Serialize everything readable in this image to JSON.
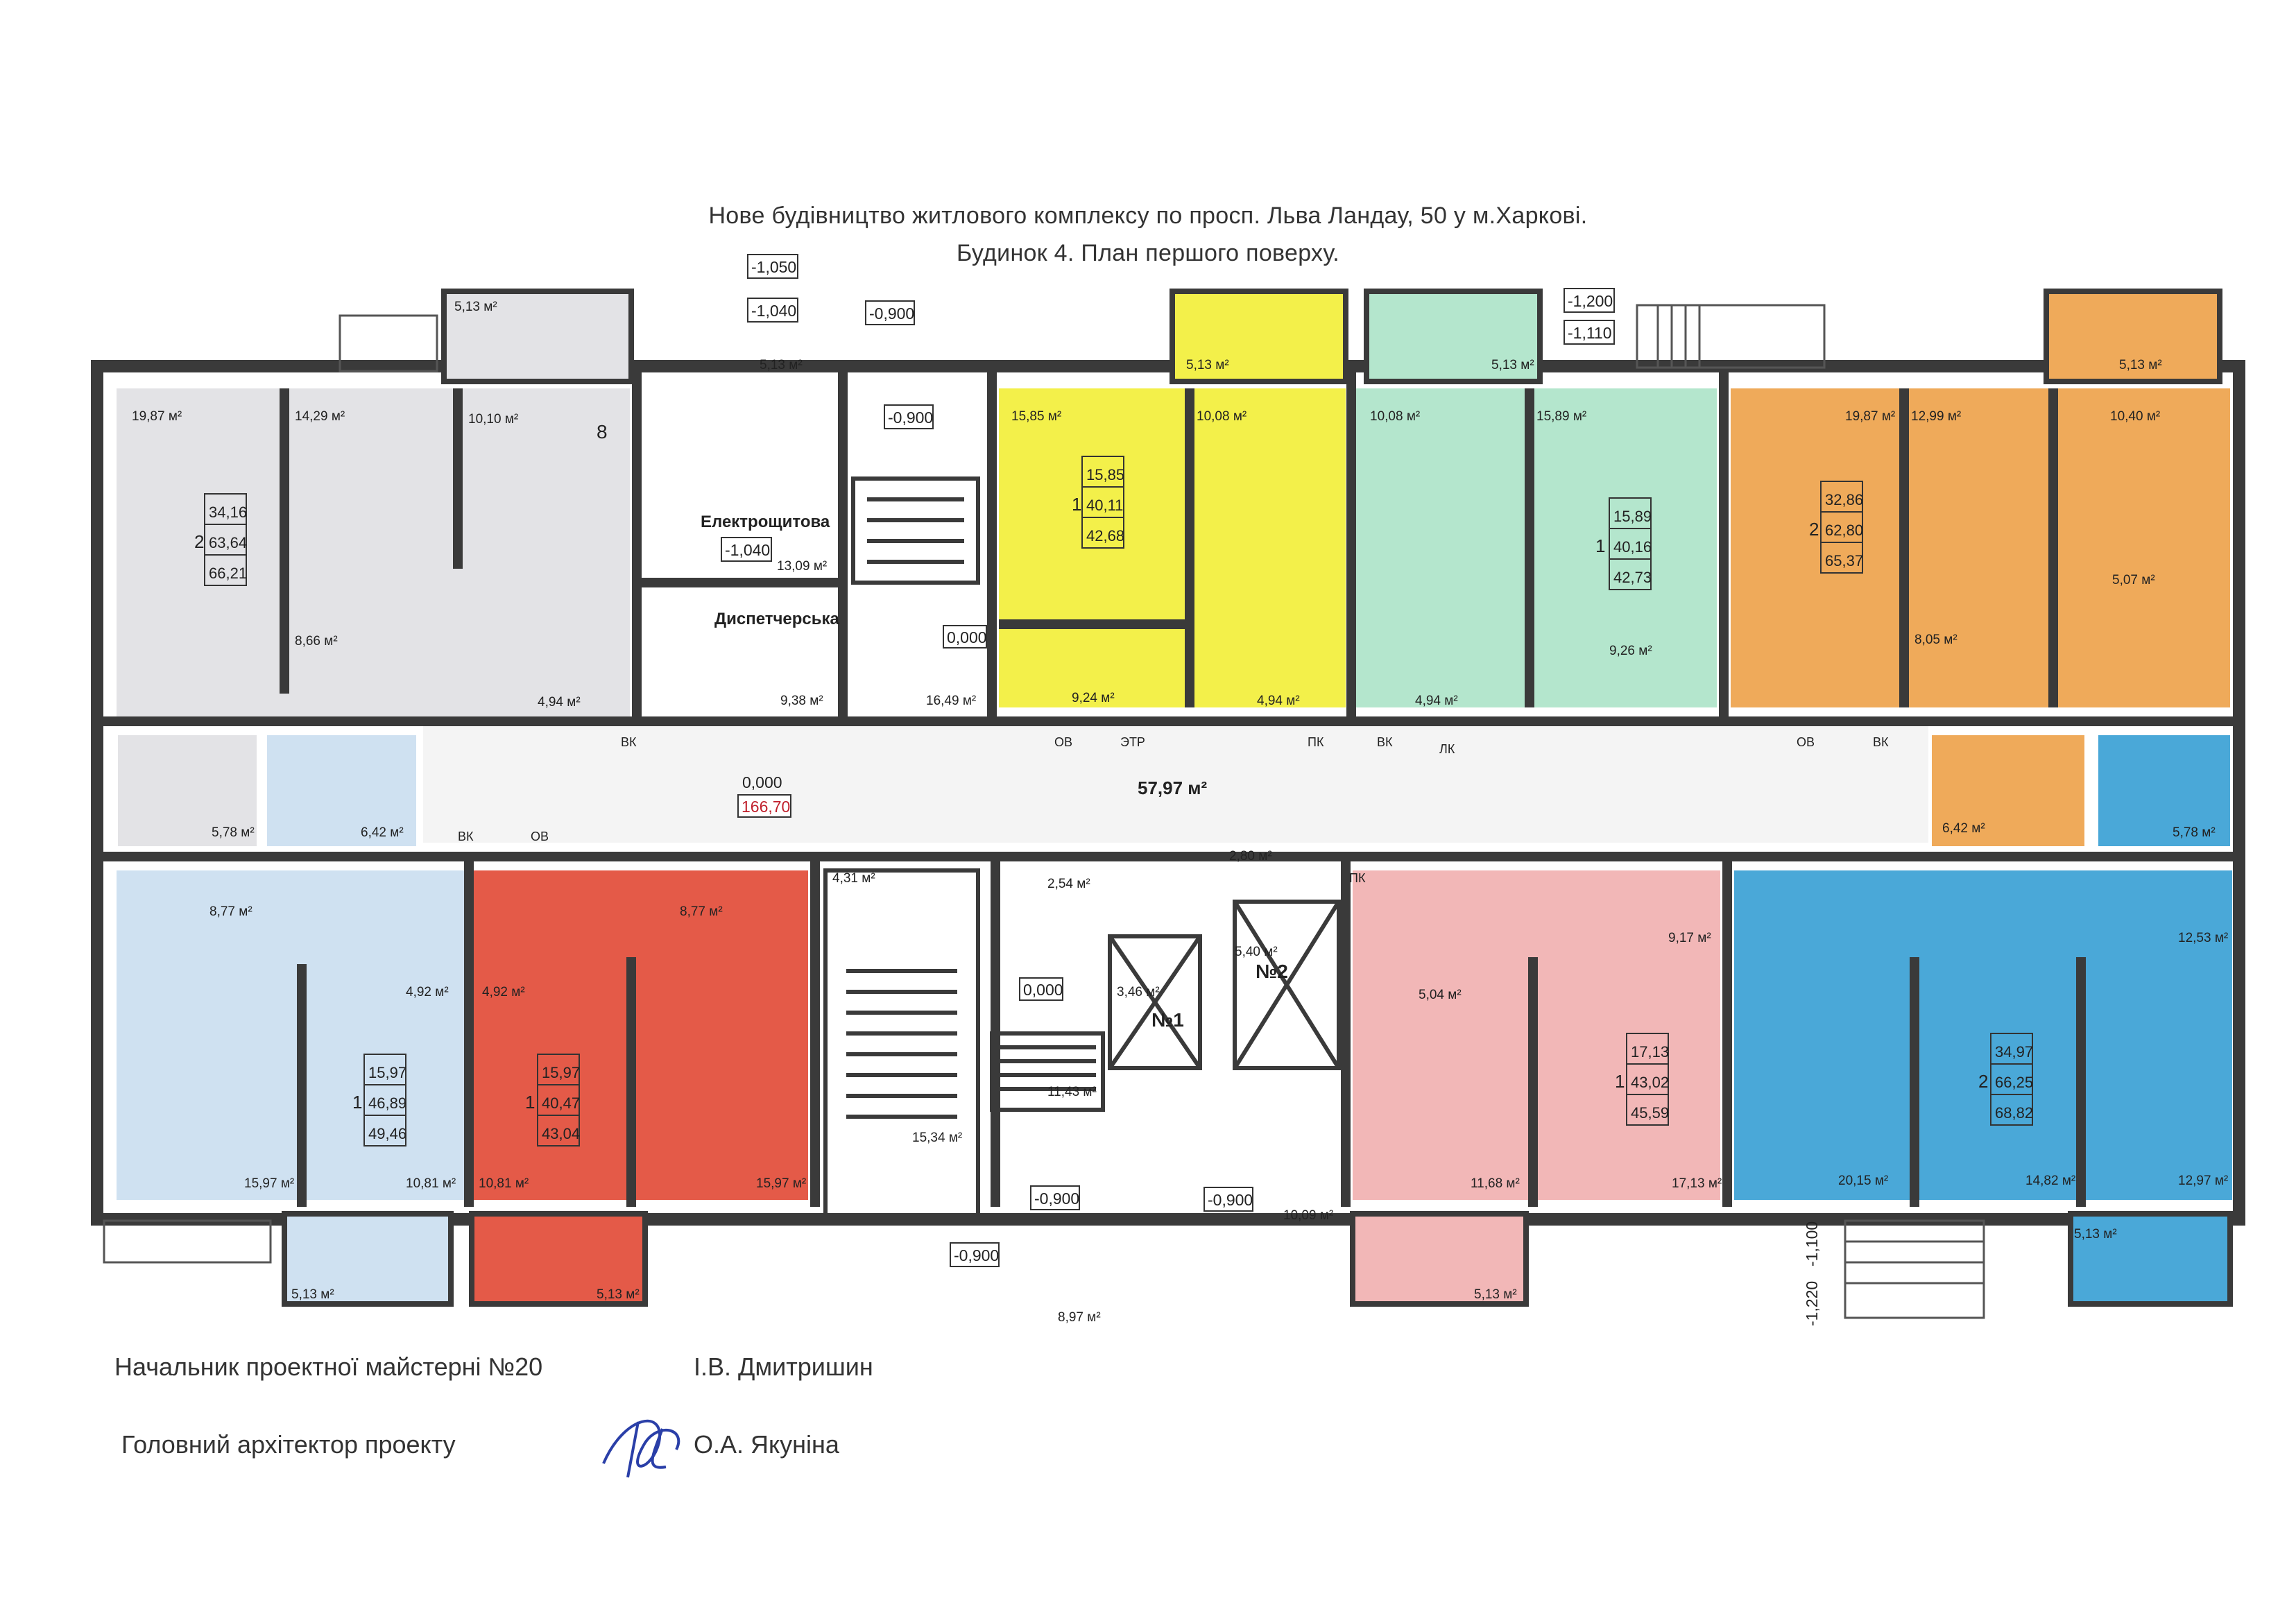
{
  "title": {
    "line1": "Нове будівництво житлового комплексу по просп. Льва Ландау, 50 у м.Харкові.",
    "line2": "Будинок 4.  План першого  поверху."
  },
  "colors": {
    "grey": "#e3e3e6",
    "yellow": "#f3f04a",
    "mint": "#b4e6cd",
    "orange": "#efaa5a",
    "lightblue": "#cfe1f1",
    "red": "#e45a48",
    "pink": "#f2b7b7",
    "blue": "#4aa8d8",
    "wall": "#3a3a3a",
    "corridor": "#f4f4f4"
  },
  "apartments": {
    "a_grey": {
      "rooms": "2",
      "living": "34,16",
      "total": "63,64",
      "overall": "66,21"
    },
    "a_yellow": {
      "rooms": "1",
      "living": "15,85",
      "total": "40,11",
      "overall": "42,68"
    },
    "a_mint": {
      "rooms": "1",
      "living": "15,89",
      "total": "40,16",
      "overall": "42,73"
    },
    "a_orange": {
      "rooms": "2",
      "living": "32,86",
      "total": "62,80",
      "overall": "65,37"
    },
    "a_lightblue": {
      "rooms": "1",
      "living": "15,97",
      "total": "46,89",
      "overall": "49,46"
    },
    "a_red": {
      "rooms": "1",
      "living": "15,97",
      "total": "40,47",
      "overall": "43,04"
    },
    "a_pink": {
      "rooms": "1",
      "living": "17,13",
      "total": "43,02",
      "overall": "45,59"
    },
    "a_blue": {
      "rooms": "2",
      "living": "34,97",
      "total": "66,25",
      "overall": "68,82"
    }
  },
  "labels": {
    "electro": "Електрощитова",
    "dispatch": "Диспетчерська",
    "corridor_area": "57,97 м²",
    "elev1": "№1",
    "elev2": "№2",
    "eight": "8"
  },
  "areas": {
    "g1": "19,87 м²",
    "g2": "14,29 м²",
    "g3": "10,10 м²",
    "g4": "8,66 м²",
    "g5": "4,94 м²",
    "g6": "5,13 м²",
    "g7": "5,13 м²",
    "e1": "13,09 м²",
    "d1": "9,38 м²",
    "s1": "16,49 м²",
    "y1": "15,85 м²",
    "y2": "10,08 м²",
    "y3": "9,24 м²",
    "y4": "4,94 м²",
    "y5": "5,13 м²",
    "m1": "10,08 м²",
    "m2": "15,89 м²",
    "m3": "9,26 м²",
    "m4": "4,94 м²",
    "m5": "5,13 м²",
    "o1": "19,87 м²",
    "o2": "12,99 м²",
    "o3": "10,40 м²",
    "o4": "5,07 м²",
    "o5": "8,05 м²",
    "o6": "5,13 м²",
    "o7": "6,42 м²",
    "c1": "5,78 м²",
    "c2": "6,42 м²",
    "c3": "5,78 м²",
    "lb1": "8,77 м²",
    "lb2": "4,92 м²",
    "lb3": "15,97 м²",
    "lb4": "10,81 м²",
    "lb5": "5,13 м²",
    "r1": "4,92 м²",
    "r2": "8,77 м²",
    "r3": "10,81 м²",
    "r4": "15,97 м²",
    "r5": "5,13 м²",
    "st1": "4,31 м²",
    "st2": "15,34 м²",
    "st3": "2,54 м²",
    "st4": "2,80 м²",
    "st5": "5,40 м²",
    "st6": "3,46 м²",
    "st7": "11,43 м²",
    "st8": "10,09 м²",
    "st9": "8,97 м²",
    "p1": "9,17 м²",
    "p2": "5,04 м²",
    "p3": "11,68 м²",
    "p4": "17,13 м²",
    "p5": "5,13 м²",
    "b1": "12,53 м²",
    "b2": "20,15 м²",
    "b3": "14,82 м²",
    "b4": "12,97 м²",
    "b5": "5,13 м²"
  },
  "levels": {
    "l1": "-1,050",
    "l2": "-1,040",
    "l3": "-0,900",
    "l4": "-0,900",
    "l5": "-1,040",
    "l6": "0,000",
    "l7": "0,000",
    "l8": "166,70",
    "l9": "0,000",
    "l10": "-0,900",
    "l11": "-0,900",
    "l12": "-0,900",
    "l13": "-1,200",
    "l14": "-1,110",
    "l15": "-1,100",
    "l16": "-1,220"
  },
  "codes": {
    "vk1": "ВК",
    "vk2": "ВК",
    "vk3": "ВК",
    "vk4": "ВК",
    "ov1": "ОВ",
    "ov2": "ОВ",
    "ov3": "ОВ",
    "etr": "ЭТР",
    "pk1": "ПК",
    "pk2": "ПК",
    "lk": "ЛК"
  },
  "footer": {
    "role1": "Начальник проектної майстерні №20",
    "name1": "І.В. Дмитришин",
    "role2": "Головний архітектор проекту",
    "name2": "О.А. Якуніна"
  }
}
